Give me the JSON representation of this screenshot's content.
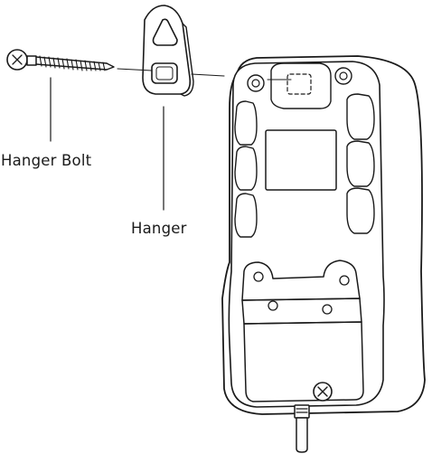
{
  "labels": {
    "hanger_bolt": "Hanger Bolt",
    "hanger": "Hanger"
  },
  "icons": {
    "bolt_head": "cross-head",
    "device_screw": "cross-head"
  },
  "colors": {
    "ink": "#1a1a1a",
    "background": "#ffffff"
  }
}
